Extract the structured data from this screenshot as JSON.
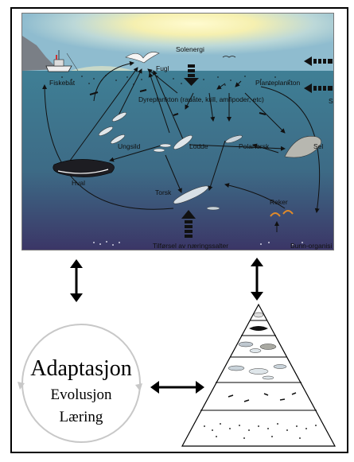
{
  "scene": {
    "labels": {
      "solenergi": "Solenergi",
      "fugl": "Fugl",
      "fiskebat": "Fiskebåt",
      "planteplankton": "Planteplankton",
      "dyreplankton": "Dyreplankton  (rauåte, krill, amfipoder, etc)",
      "ungsild": "Ungsild",
      "lodde": "Lodde",
      "polartorsk": "Polartorsk",
      "sel": "Sel",
      "hval": "Hval",
      "torsk": "Torsk",
      "reker": "Reker",
      "tilforsel": "Tilførsel av næringssalter",
      "bunn": "Bunn-organisi",
      "s": "S"
    },
    "colors": {
      "sky": "#9ec6d6",
      "sun": "#fff6a8",
      "sea_top": "#3f7f95",
      "sea_bottom": "#3b3566"
    }
  },
  "cycle": {
    "line1": "Adaptasjon",
    "line2": "Evolusjon",
    "line3": "Læring"
  },
  "icons": {
    "up_down_arrow": "double-headed-vertical-arrow",
    "left_right_arrow": "double-headed-horizontal-arrow",
    "pyramid": "trophic-pyramid"
  }
}
